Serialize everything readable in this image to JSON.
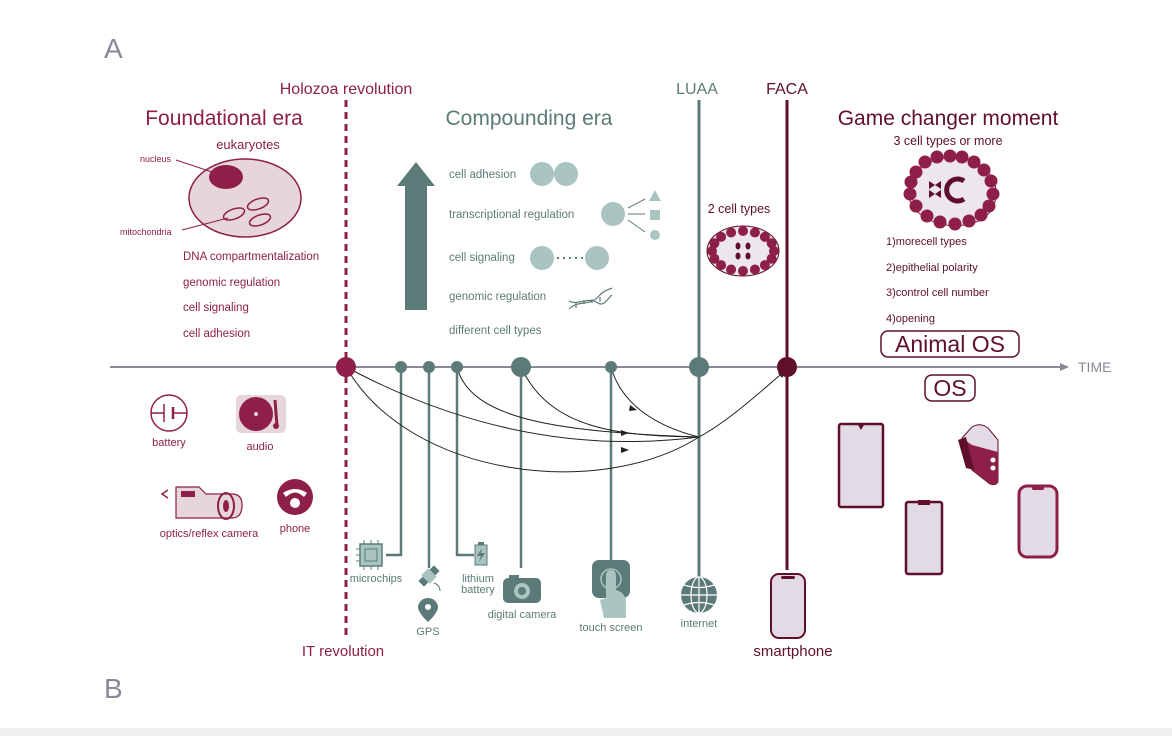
{
  "panels": {
    "a": "A",
    "b": "B"
  },
  "colors": {
    "maroon": "#8e1f48",
    "dark_maroon": "#5f0f2b",
    "teal": "#5c7b78",
    "light_teal": "#a9c4c1",
    "axis": "#8a8a96",
    "pink_fill": "#e7d5dc",
    "phone_fill": "#e2dae4",
    "lavender_fill": "#ede6ee"
  },
  "top": {
    "holozoa": "Holozoa revolution",
    "luaa": "LUAA",
    "faca": "FACA",
    "foundational": {
      "title": "Foundational era",
      "cell_title": "eukaryotes",
      "nucleus": "nucleus",
      "mitochondria": "mitochondria",
      "traits": [
        "DNA compartmentalization",
        "genomic regulation",
        "cell signaling",
        "cell adhesion"
      ]
    },
    "compounding": {
      "title": "Compounding era",
      "traits": [
        "cell adhesion",
        "transcriptional regulation",
        "cell signaling",
        "genomic regulation",
        "different cell types"
      ]
    },
    "two_cell_types": "2 cell types",
    "game_changer": {
      "title": "Game changer moment",
      "subtitle": "3 cell types or more",
      "list": [
        "1)morecell   types",
        "2)epithelial polarity",
        "3)control  cell number",
        "4)opening"
      ]
    },
    "animal_os": "Animal OS"
  },
  "axis": {
    "label": "TIME"
  },
  "bottom": {
    "os": "OS",
    "it_revolution": "IT revolution",
    "smartphone": "smartphone",
    "left_items": {
      "battery": "battery",
      "audio": "audio",
      "camera": "optics/reflex camera",
      "phone": "phone"
    },
    "tech": {
      "microchips": "microchips",
      "gps": "GPS",
      "lithium1": "lithium",
      "lithium2": "battery",
      "digital_camera": "digital camera",
      "touch_screen": "touch screen",
      "internet": "internet"
    }
  }
}
